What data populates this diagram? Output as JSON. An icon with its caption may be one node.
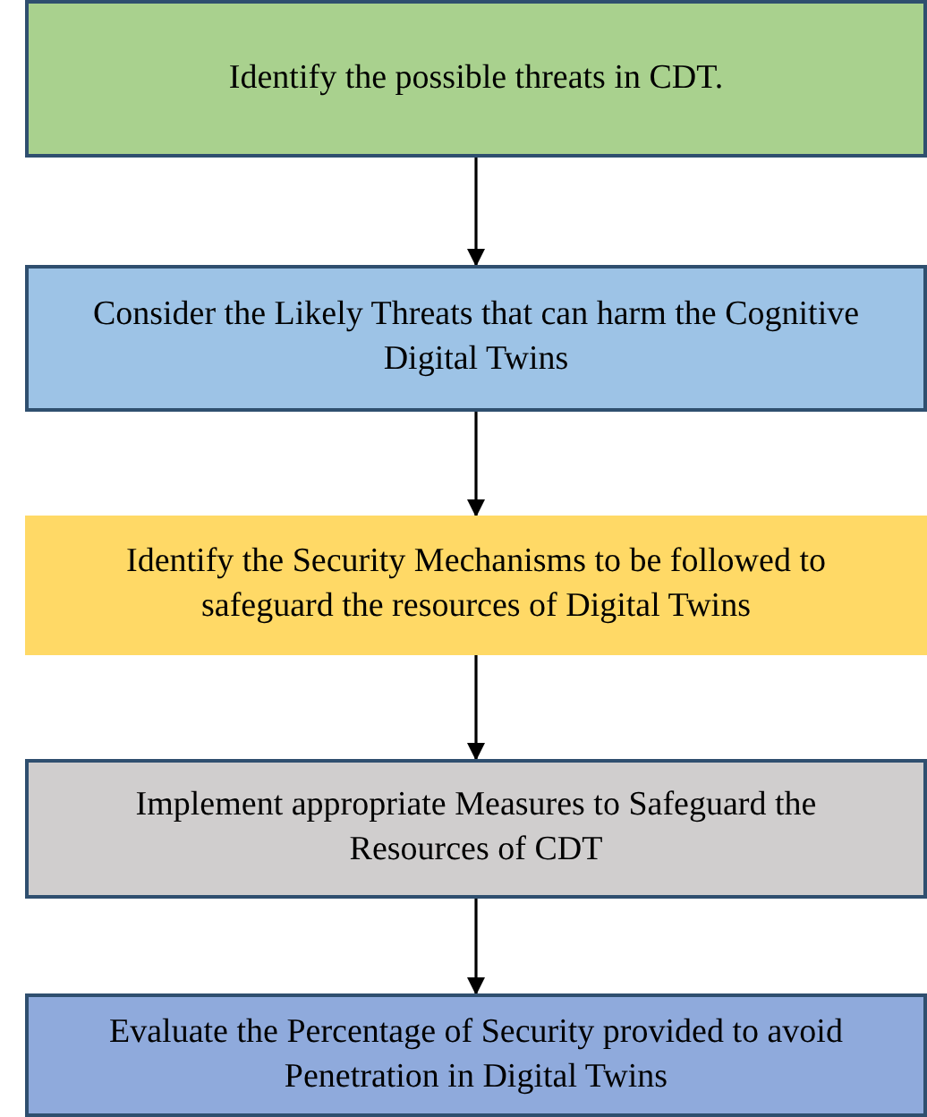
{
  "diagram": {
    "nodes": [
      {
        "text": [
          "Identify the possible threats in CDT."
        ]
      },
      {
        "text": [
          "Consider the Likely Threats that can harm the Cognitive Digital Twins"
        ]
      },
      {
        "text": [
          "Identify the Security Mechanisms to be followed to safeguard the resources of Digital Twins"
        ]
      },
      {
        "text": [
          "Implement appropriate Measures to Safeguard the Resources of CDT"
        ]
      },
      {
        "text": [
          "Evaluate the Percentage of Security provided to avoid Penetration in Digital Twins"
        ]
      }
    ],
    "edges": [
      {
        "from": 0,
        "to": 1,
        "arrow": "to"
      },
      {
        "from": 1,
        "to": 2,
        "arrow": "to"
      },
      {
        "from": 2,
        "to": 3,
        "arrow": "to"
      },
      {
        "from": 3,
        "to": 4,
        "arrow": "to"
      }
    ]
  }
}
